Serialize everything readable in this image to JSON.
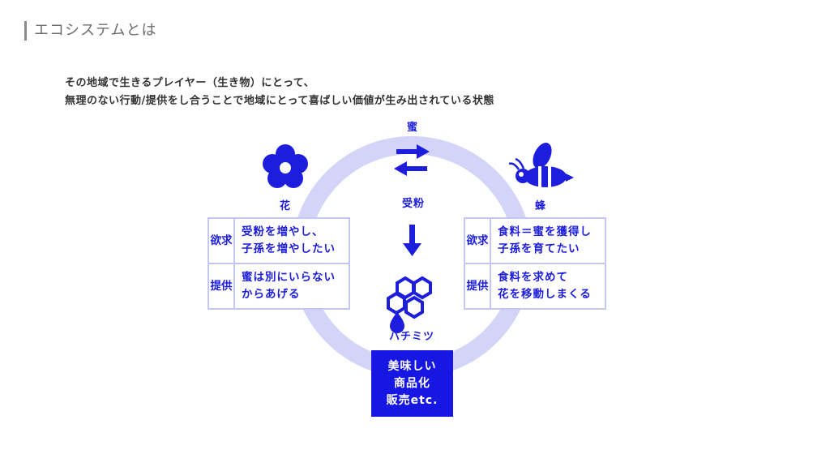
{
  "title": "エコシステムとは",
  "description": {
    "line1": "その地域で生きるプレイヤー（生き物）にとって、",
    "line2": "無理のない行動/提供をし合うことで地域にとって喜ばしい価値が生み出されている状態"
  },
  "labels": {
    "honey_top": "蜜",
    "pollination": "受粉",
    "flower": "花",
    "bee": "蜂",
    "hachimitsu": "ハチミツ"
  },
  "flower_table": {
    "desire_head": "欲求",
    "desire_line1": "受粉を増やし、",
    "desire_line2": "子孫を増やしたい",
    "offer_head": "提供",
    "offer_line1": "蜜は別にいらない",
    "offer_line2": "からあげる"
  },
  "bee_table": {
    "desire_head": "欲求",
    "desire_line1": "食料＝蜜を獲得し",
    "desire_line2": "子孫を育てたい",
    "offer_head": "提供",
    "offer_line1": "食料を求めて",
    "offer_line2": "花を移動しまくる"
  },
  "product_box": {
    "line1": "美味しい",
    "line2": "商品化",
    "line3": "販売etc."
  },
  "colors": {
    "accent": "#1d1ddd",
    "ring": "#d4d4f8",
    "table_border": "#c6c6f3",
    "product_bg": "#1717e3"
  },
  "icons": [
    "flower-icon",
    "bee-icon",
    "honeycomb-icon",
    "exchange-arrows-icon",
    "down-arrow-icon"
  ]
}
